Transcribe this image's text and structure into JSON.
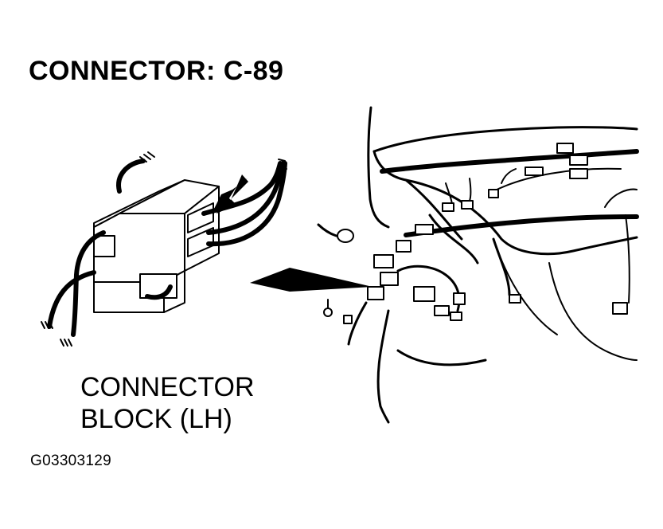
{
  "figure": {
    "title": "CONNECTOR: C-89",
    "component_label_line1": "CONNECTOR",
    "component_label_line2": "BLOCK (LH)",
    "figure_code": "G03303129"
  },
  "colors": {
    "line": "#000000",
    "background": "#ffffff"
  }
}
